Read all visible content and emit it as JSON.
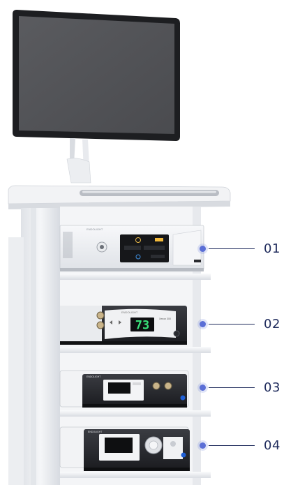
{
  "callouts": [
    {
      "label": "01"
    },
    {
      "label": "02"
    },
    {
      "label": "03"
    },
    {
      "label": "04"
    }
  ],
  "devices": {
    "unit_01": {
      "brand": "ENDOLIGHT",
      "brand_color": "#c9ccd2"
    },
    "unit_02": {
      "brand": "ENDOLIGHT",
      "display_value": "73",
      "display_color": "#39e07a",
      "model": "Xenon 300"
    },
    "unit_03": {
      "brand": "ENDOLIGHT"
    },
    "unit_04": {
      "brand": "ENDOLIGHT"
    }
  },
  "colors": {
    "callout_dot": "#5b6fd6",
    "callout_line": "#1f2b5c",
    "cart_white": "#eef0f3"
  }
}
